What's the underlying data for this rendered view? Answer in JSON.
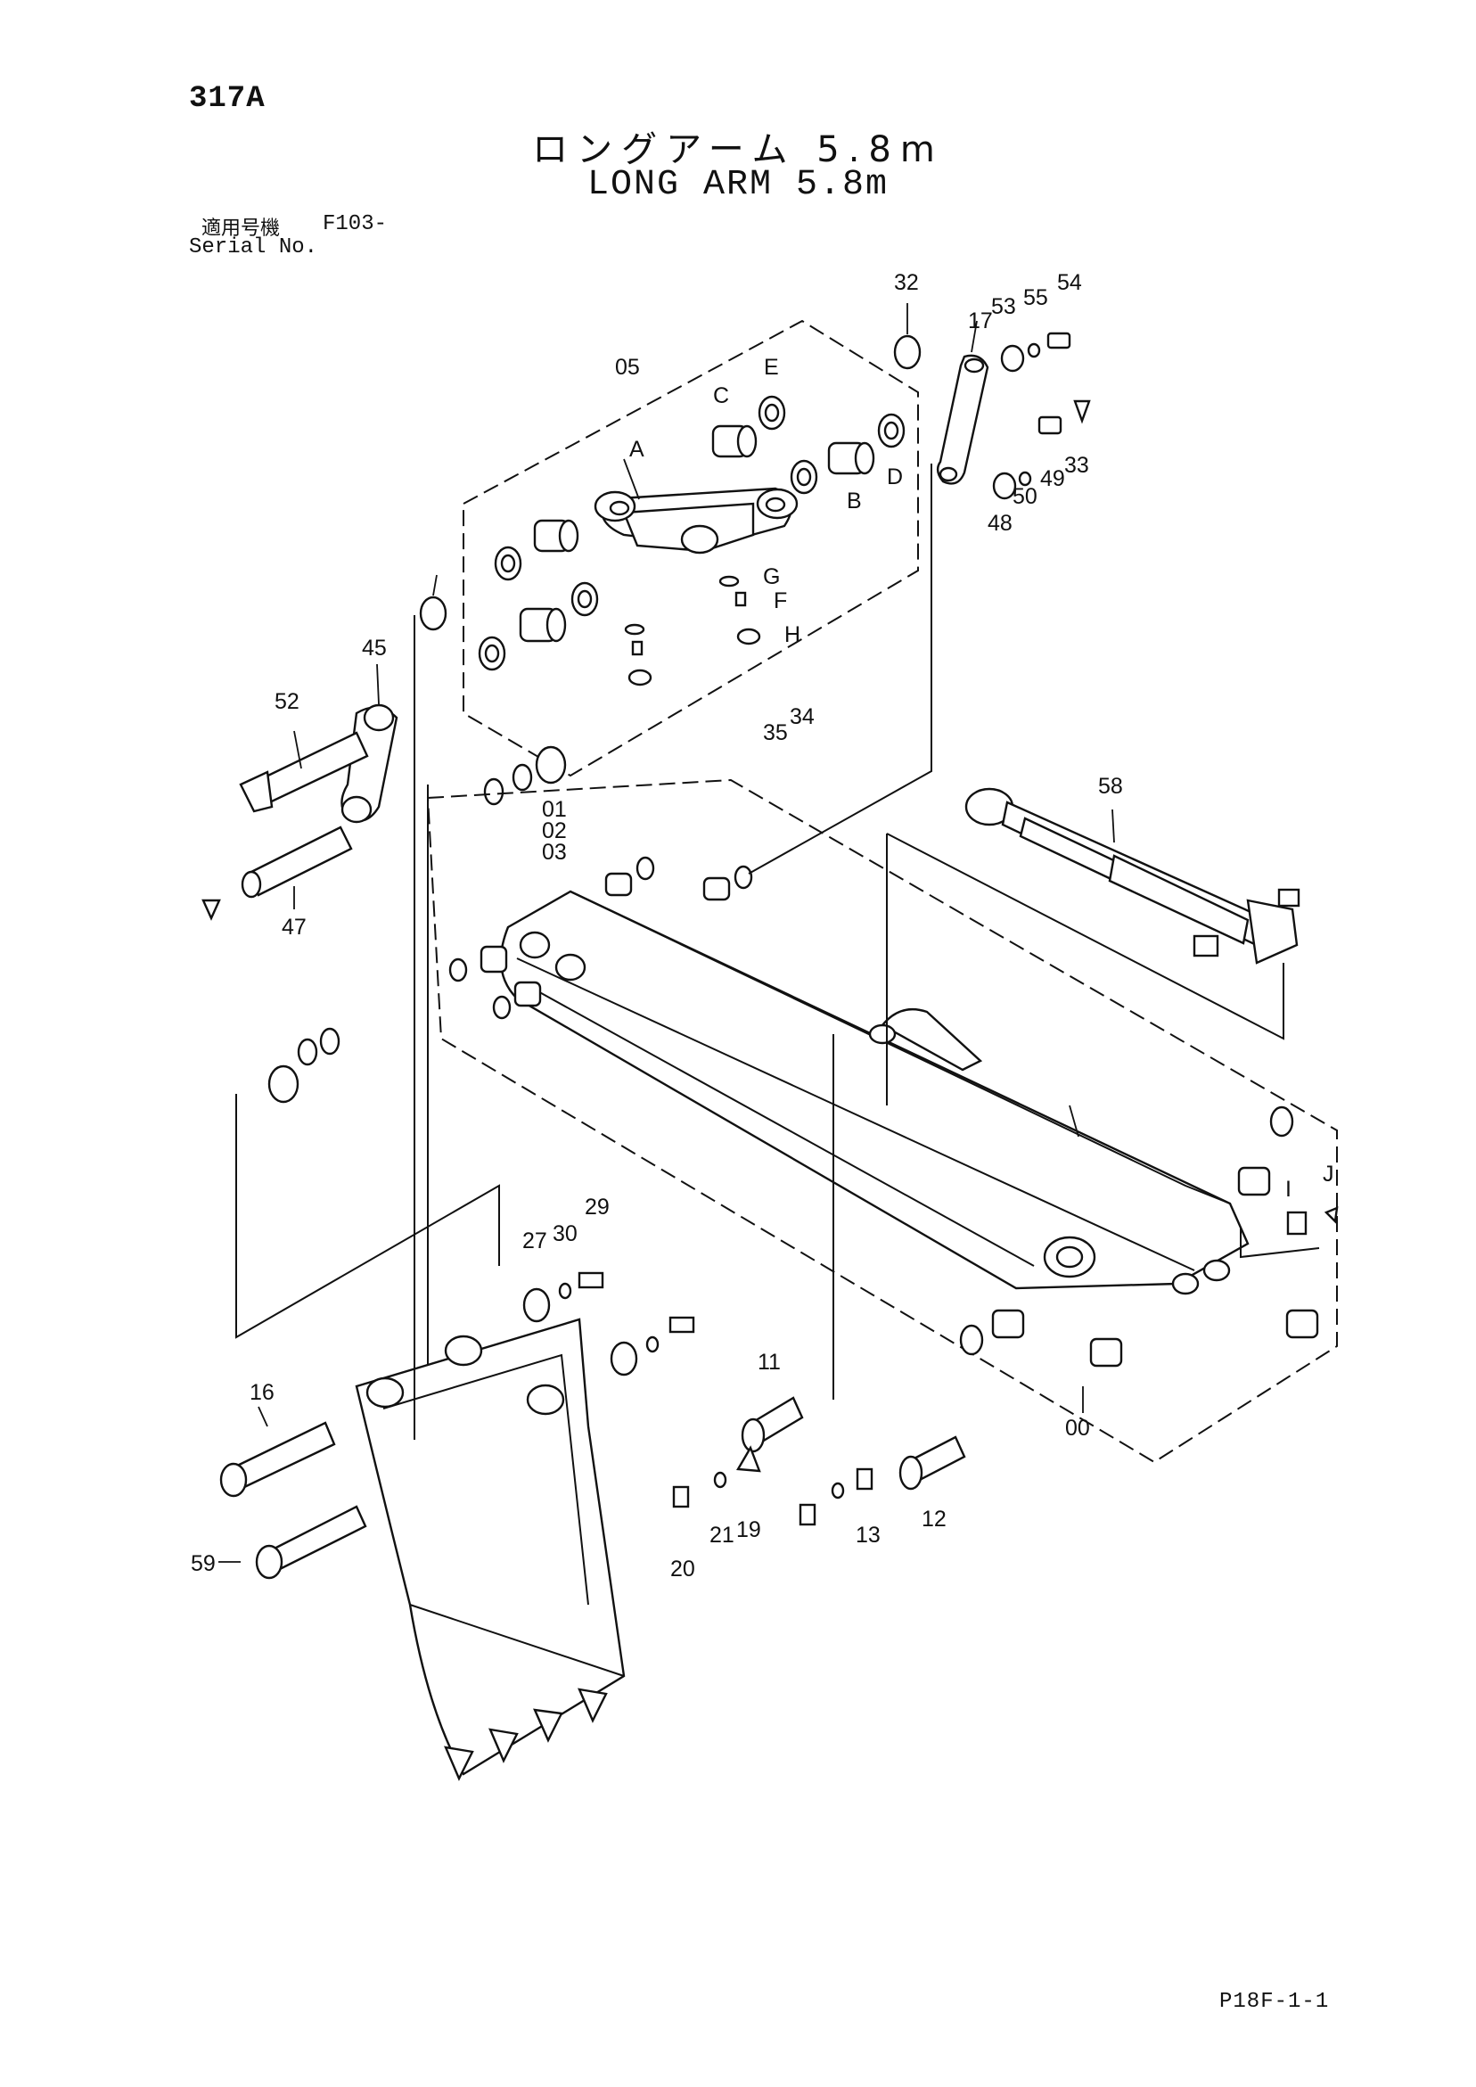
{
  "header": {
    "page_code": "317A",
    "title_ja": "ロングアーム 5.8m",
    "title_en": "LONG ARM 5.8m",
    "serial_label_ja": "適用号機",
    "serial_code": "F103-",
    "serial_label_en": "Serial No."
  },
  "footer": {
    "page_ref": "P18F-1-1"
  },
  "callouts": [
    "32",
    "17",
    "53",
    "55",
    "54",
    "05",
    "C",
    "E",
    "A",
    "D",
    "B",
    "49",
    "33",
    "50",
    "48",
    "G",
    "F",
    "H",
    "45",
    "52",
    "47",
    "35",
    "34",
    "01",
    "02",
    "03",
    "58",
    "00",
    "16",
    "59",
    "27",
    "30",
    "29",
    "11",
    "19",
    "20",
    "21",
    "13",
    "12",
    "I",
    "J"
  ]
}
